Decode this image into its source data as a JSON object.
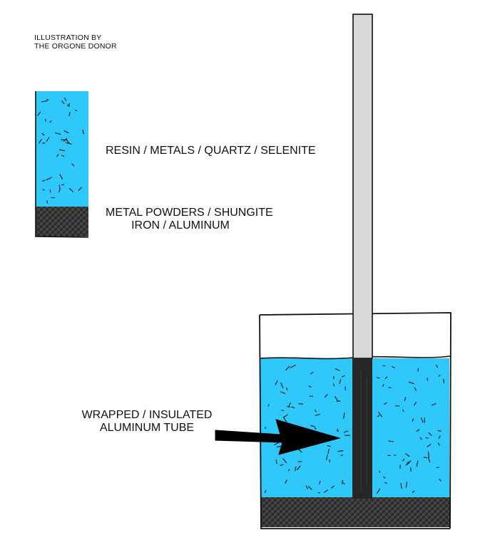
{
  "credit": {
    "line1": "ILLUSTRATION BY",
    "line2": "THE ORGONE DONOR"
  },
  "legend": {
    "resin_layer": "RESIN / METALS / QUARTZ / SELENITE",
    "base_layer_line1": "METAL POWDERS / SHUNGITE",
    "base_layer_line2": "IRON / ALUMINUM"
  },
  "callout": {
    "line1": "WRAPPED / INSULATED",
    "line2": "ALUMINUM TUBE"
  },
  "colors": {
    "resin": "#2ec8fb",
    "base": "#3a3a3a",
    "tube_exposed": "#d9d9d9",
    "tube_wrapped": "#262626",
    "ink": "#111111"
  }
}
